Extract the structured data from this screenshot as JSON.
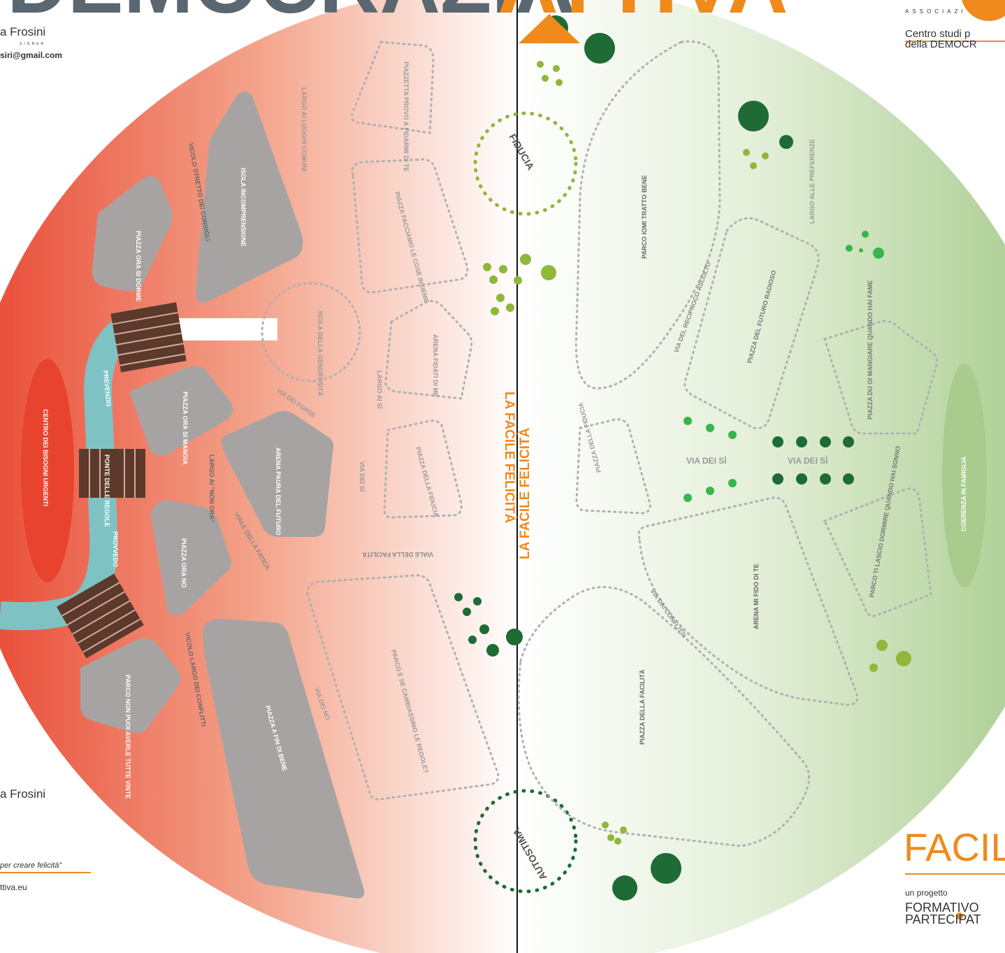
{
  "header": {
    "title_left": "DEMOCRAZIA",
    "title_right": "ATTIVA",
    "designer_name": "a Frosini",
    "designer_role": "SIGNER",
    "designer_email": "siri@gmail.com",
    "association": "ASSOCIAZI",
    "center_line1": "Centro studi p",
    "center_line2": "della DEMOCR"
  },
  "footer_left": {
    "name": "a Frosini",
    "tagline": "per creare felicità\"",
    "website": "ttiva.eu"
  },
  "footer_right": {
    "brand": "FACIL",
    "project_prefix": "un progetto",
    "project_line1": "FORMATIVO",
    "project_line2": "PARTECIPAT"
  },
  "map": {
    "left_places": {
      "isola_incomprensione": "ISOLA INCOMPRENSIONE",
      "piazza_ora_si_dorme": "PIAZZA ORA SI DORME",
      "vicolo_stretto": "VICOLO STRETTO DEI CONSIGLI",
      "largo_luoghi_comuni": "LARGO AI LUOGHI COMUNI",
      "piazzetta_provo": "PIAZZETTA PROVO A FIDARMI DI TE",
      "piazza_facciamo": "PIAZZA FACCIAMO LE COSE INSIEME",
      "isola_generosita": "ISOLA DELLA GENEROSITÀ",
      "arena_fidati": "ARENA FIDATI DI ME",
      "largo_ai_si": "LARGO AI SÌ",
      "piazza_ora_si_mangia": "PIAZZA ORA SI MANGIA",
      "largo_non_ora": "LARGO AI \"NON ORA\"",
      "via_dei_forse": "VIA DEI FORSE",
      "arena_paura": "ARENA PAURA DEL FUTURO",
      "via_dei_si": "VIA DEI SÌ",
      "piazza_fiducia": "PIAZZA DELLA FIDUCIA",
      "centro_bisogni": "CENTRO DEI BISOGNI URGENTI",
      "prevenzione": "PREVENZIO",
      "ponte_regole": "PONTE DELLE REGOLE",
      "provvedo": "PROVVEDO",
      "piazza_ora_no": "PIAZZA ORA NO",
      "viale_fatica": "VIALE DELLA FATICA",
      "viale_facilita_mirror": "VIALE DELLA FACILITÀ",
      "parco_cambiassimo": "PARCO E SE CAMBIASSIMO LE REGOLE?",
      "vicolo_largo": "VICOLO LARGO DEI CONFLITTI",
      "parco_non_puoi": "PARCO NON PUOI AVERLE TUTTE VINTE",
      "piazza_fin_di_bene": "PIAZZA A FIN DI BENE",
      "via_dei_no": "VIA DEI NO"
    },
    "center": {
      "fiducia": "FIDUCIA",
      "facile_felicita": "LA FACILE FELICITÀ",
      "autostima": "AUTOSTIMA"
    },
    "right_places": {
      "parco_bene": "PARCO IOMI TRATTO BENE",
      "via_reciproco": "VIA DEL RECIPROCO ASCOLTO",
      "largo_preferenze": "LARGO ALLE PREFERENZE",
      "piazza_futuro": "PIAZZA DEL FUTURO RADIOSO",
      "piazza_mangiare": "PIAZZA DU OI MANGIARE QUANDO HAI FAME",
      "piazza_fiducia_mirror": "PIAZZA DELLA FIDUCIA",
      "via_dei_si_1": "VIA DEI SÌ",
      "via_dei_si_2": "VIA DEI SÌ",
      "coerenza_famiglia": "COERENZA IN FAMIGLIA",
      "arena_mi_fido": "ARENA MI FIDO DI TE",
      "parco_ti_lascio": "PARCO TI LASCIO DORMIRE QUANDO HAI SONNO",
      "via_dai_conflitti": "VIA DAI CONFLITTI",
      "piazza_facilita": "PIAZZA DELLA FACILITÀ"
    }
  },
  "colors": {
    "left_red": "#e8432e",
    "right_green": "#a9cc8e",
    "orange": "#f08a1c",
    "grey_block": "#a8a3a3",
    "dark_green": "#1e6b35",
    "lime": "#8fb73a",
    "river": "#7fc2c4",
    "brown": "#5b3a2c"
  }
}
